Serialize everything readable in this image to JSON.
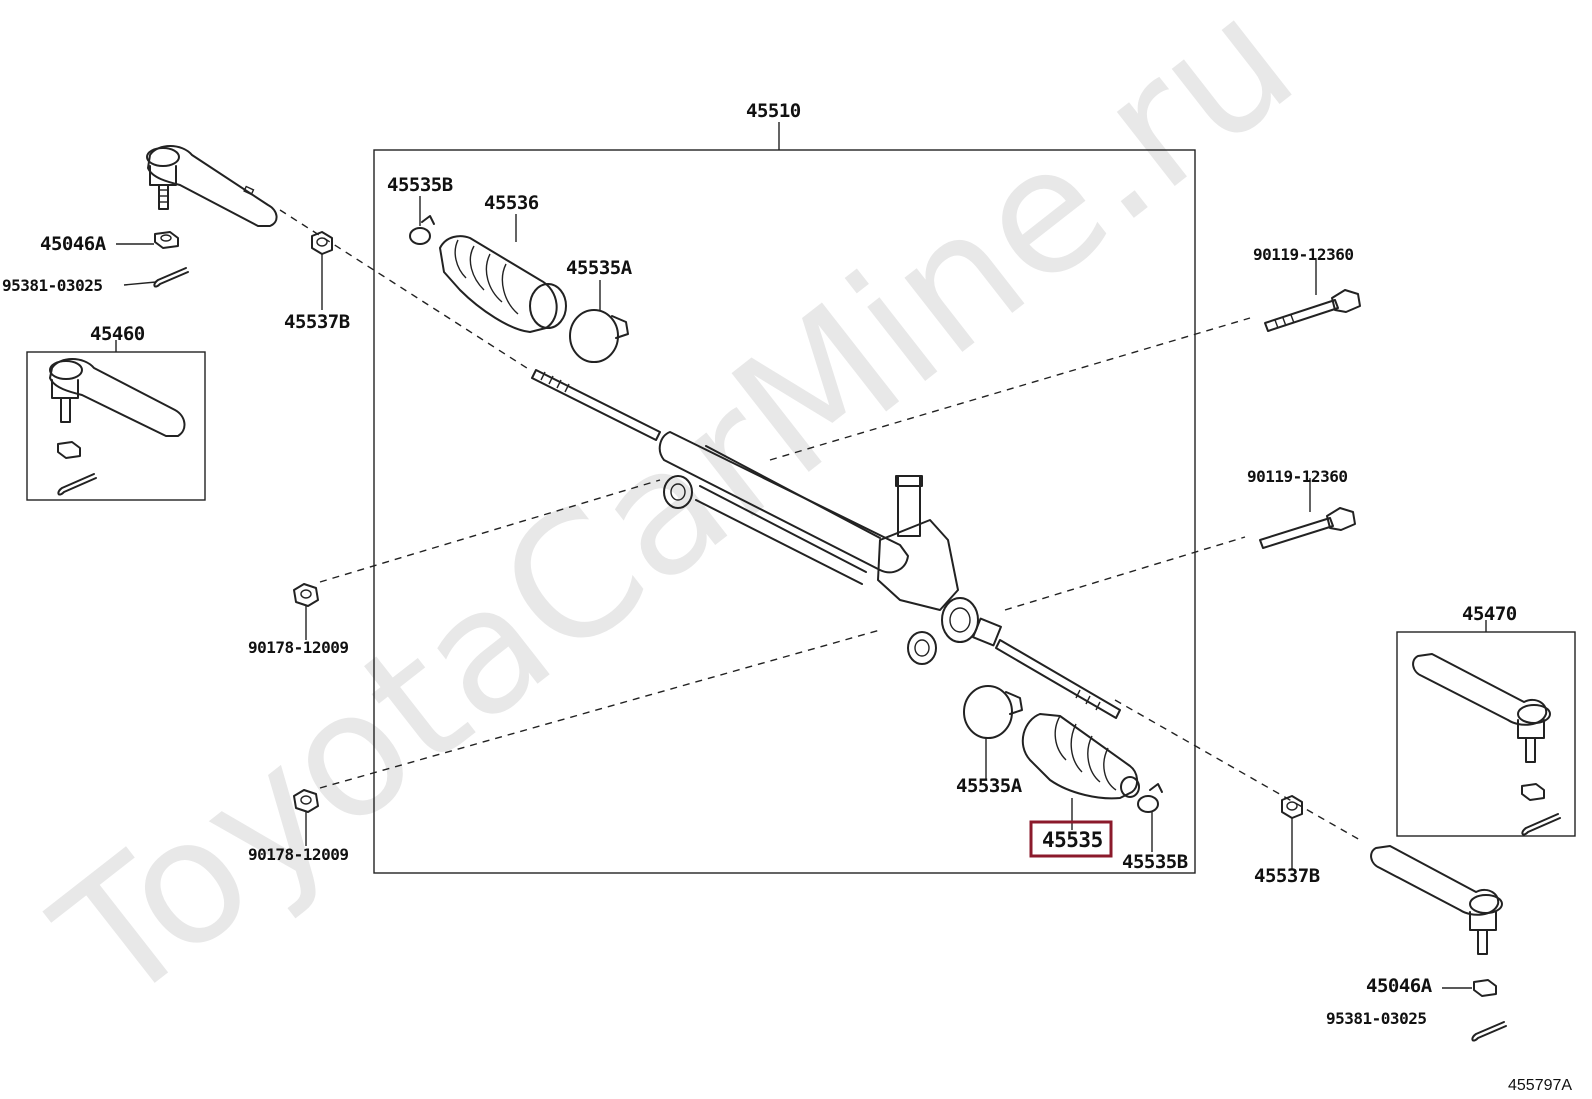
{
  "watermark": "ToyotaCarMine.ru",
  "diagram_code": "455797A",
  "labels": {
    "steering_gear_assy": "45510",
    "boot_clamp_b_left": "45535B",
    "boot_left": "45536",
    "boot_clamp_a_left": "45535A",
    "nut_left": "45046A",
    "cotter_pin_left": "95381-03025",
    "rack_end_nut_left": "45537B",
    "tie_rod_end_left": "45460",
    "bolt_upper": "90119-12360",
    "bolt_lower": "90119-12360",
    "nut_mount_upper": "90178-12009",
    "nut_mount_lower": "90178-12009",
    "tie_rod_end_right": "45470",
    "boot_clamp_a_right": "45535A",
    "boot_right_highlighted": "45535",
    "boot_clamp_b_right": "45535B",
    "rack_end_nut_right": "45537B",
    "nut_right": "45046A",
    "cotter_pin_right": "95381-03025"
  },
  "highlight_color": "#8b1a2b"
}
